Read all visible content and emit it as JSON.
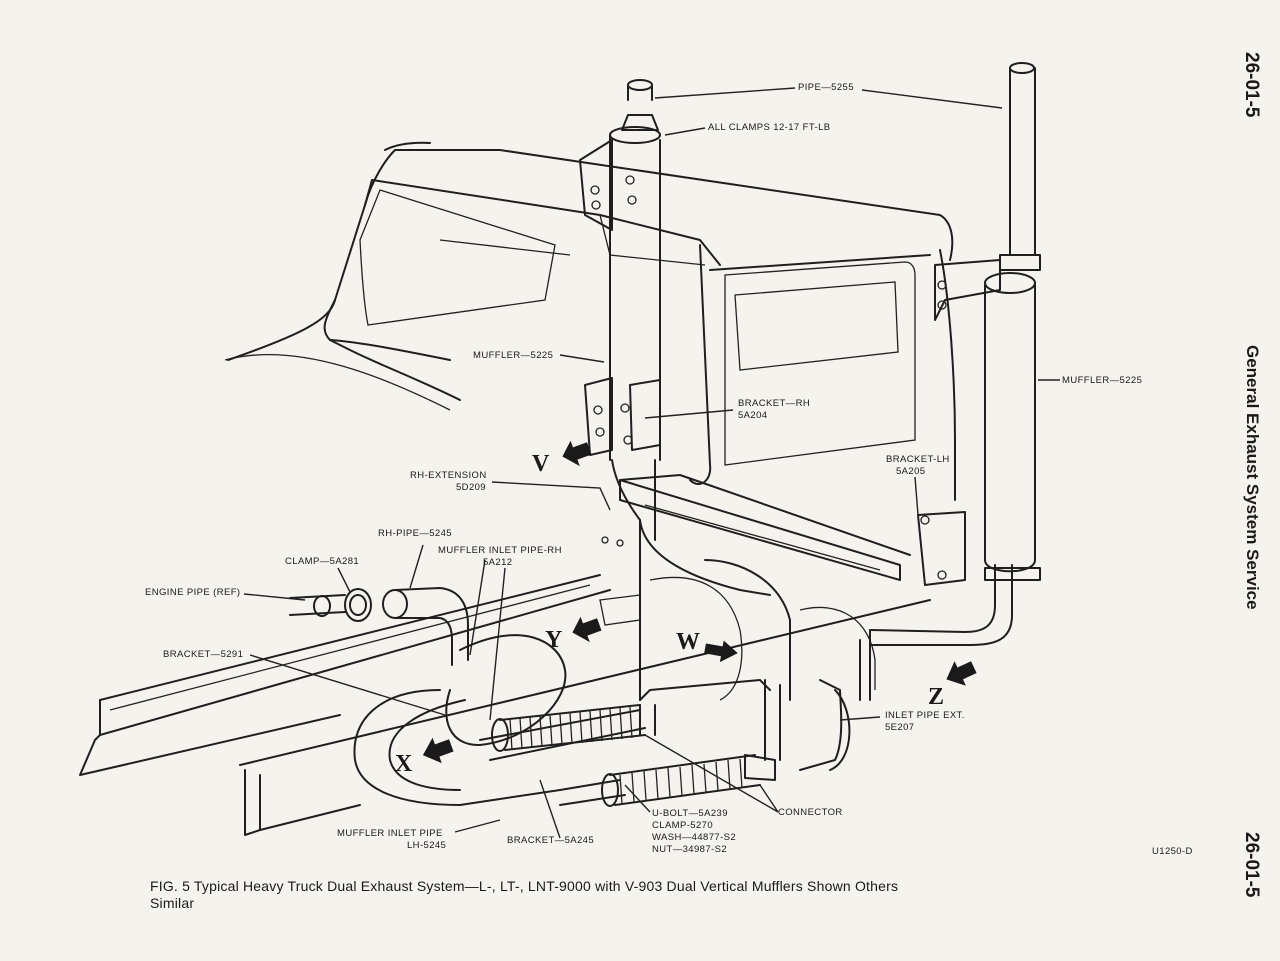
{
  "header": {
    "page_number_top": "26-01-5",
    "section_title": "General Exhaust System Service",
    "page_number_bottom": "26-01-5"
  },
  "labels": {
    "pipe_5255": "PIPE—5255",
    "all_clamps": "ALL CLAMPS 12-17 FT-LB",
    "muffler_left": "MUFFLER—5225",
    "muffler_right": "MUFFLER—5225",
    "bracket_rh": [
      "BRACKET—RH",
      "5A204"
    ],
    "bracket_lh": [
      "BRACKET-LH",
      "5A205"
    ],
    "rh_extension": [
      "RH-EXTENSION",
      "5D209"
    ],
    "rh_pipe": "RH-PIPE—5245",
    "muffler_inlet_pipe_rh": [
      "MUFFLER INLET PIPE-RH",
      "5A212"
    ],
    "clamp_5a281": "CLAMP—5A281",
    "engine_pipe": "ENGINE PIPE (REF)",
    "bracket_5291": "BRACKET—5291",
    "inlet_pipe_ext": [
      "INLET PIPE EXT.",
      "5E207"
    ],
    "connector": "CONNECTOR",
    "hardware": [
      "U-BOLT—5A239",
      "CLAMP-5270",
      "WASH—44877-S2",
      "NUT—34987-S2"
    ],
    "bracket_5a245": "BRACKET—5A245",
    "muffler_inlet_pipe_lh": [
      "MUFFLER INLET PIPE",
      "LH-5245"
    ]
  },
  "view_letters": {
    "v": "V",
    "w": "W",
    "x": "X",
    "y": "Y",
    "z": "Z"
  },
  "figure": {
    "reference": "U1250-D",
    "caption_line1": "FIG. 5  Typical Heavy Truck Dual Exhaust System—L-, LT-, LNT-9000 with V-903 Dual Vertical Mufflers Shown Others",
    "caption_line2": "Similar"
  }
}
